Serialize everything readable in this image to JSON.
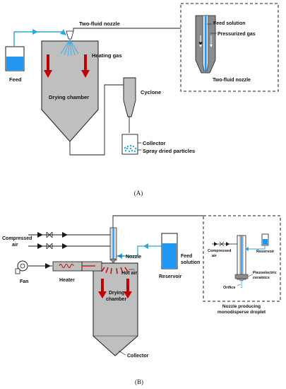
{
  "panel_a": {
    "caption": "(A)",
    "labels": {
      "two_fluid_nozzle": "Two-fluid nozzle",
      "heating_gas": "Heating gas",
      "feed": "Feed",
      "drying_chamber": "Drying chamber",
      "cyclone": "Cyclone",
      "collector": "Collector",
      "spray_dried_particles": "Spray dried particles"
    },
    "inset": {
      "feed_solution": "Feed solution",
      "pressurized_gas": "Pressurized gas",
      "title": "Two-fluid nozzle"
    }
  },
  "panel_b": {
    "caption": "(B)",
    "labels": {
      "compressed_air_1": "Compressed",
      "compressed_air_2": "air",
      "fan": "Fan",
      "heater": "Heater",
      "nozzle": "Nozzle",
      "hot_air": "Hot air",
      "drying_chamber_1": "Drying",
      "drying_chamber_2": "chamber",
      "collector": "Collector",
      "feed_solution_1": "Feed",
      "feed_solution_2": "solution",
      "reservoir": "Reservoir"
    },
    "inset": {
      "compressed_air_1": "Compressed",
      "compressed_air_2": "air",
      "reservoir": "Reservoir",
      "piezo_1": "Piezoelectric",
      "piezo_2": "ceramics",
      "orifice": "Orifice",
      "title_1": "Nozzle producing",
      "title_2": "monodisperse droplet"
    }
  },
  "colors": {
    "line": "#1a1a1a",
    "chamber_fill": "#bfbfbf",
    "liquid": "#2196f3",
    "flow_arrow": "#29a8e0",
    "hot_arrow": "#c00000"
  }
}
